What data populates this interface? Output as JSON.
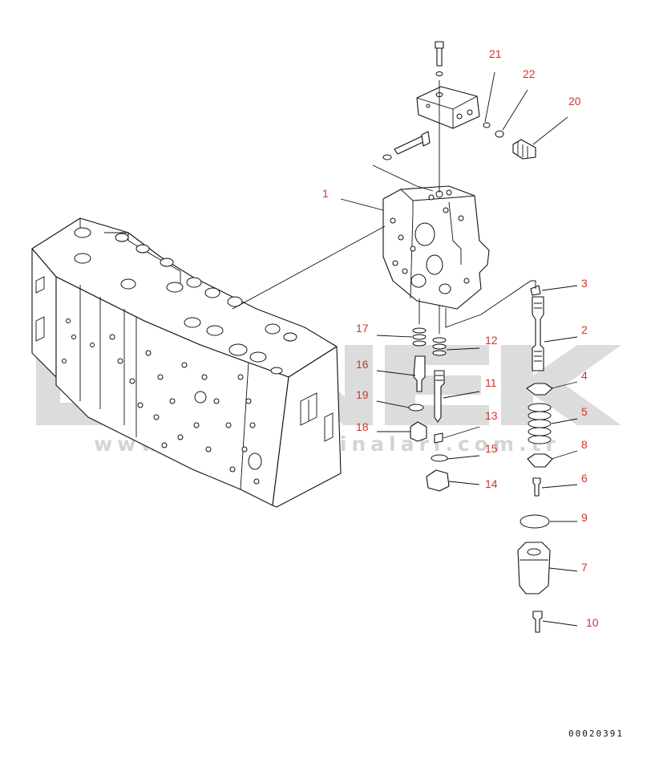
{
  "colors": {
    "callout": "#d0342c",
    "line": "#111111",
    "watermark": "#d9d9d9",
    "watermark_accent": "#f0c419"
  },
  "watermark": {
    "logo": "ONEK",
    "url": "www.onekismakinalari.com.tr"
  },
  "drawing_number": "00020391",
  "callouts": {
    "c1": "1",
    "c2": "2",
    "c3": "3",
    "c4": "4",
    "c5": "5",
    "c6": "6",
    "c7": "7",
    "c8": "8",
    "c9": "9",
    "c10": "10",
    "c11": "11",
    "c12": "12",
    "c13": "13",
    "c14": "14",
    "c15": "15",
    "c16": "16",
    "c17": "17",
    "c18": "18",
    "c19": "19",
    "c20": "20",
    "c21": "21",
    "c22": "22"
  }
}
